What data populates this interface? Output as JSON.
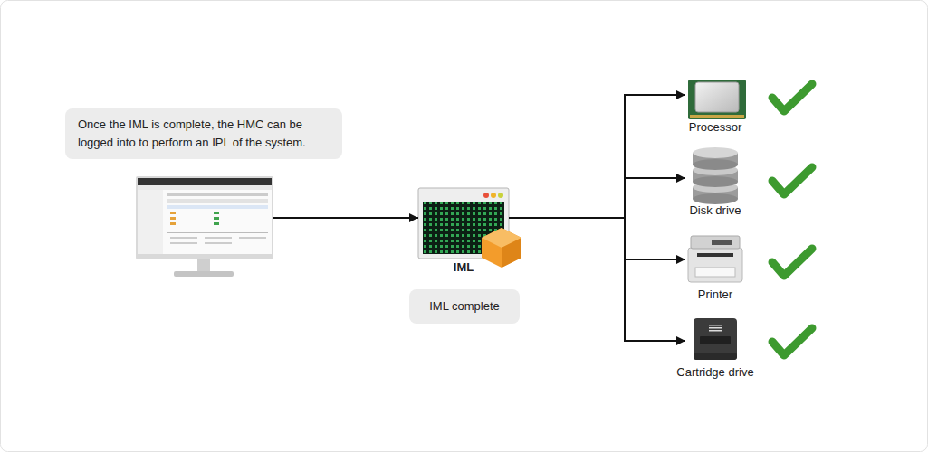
{
  "diagram": {
    "nodes": [
      {
        "text": [
          "Once the IML is complete, the HMC can be logged into to perform an IPL of the system."
        ]
      },
      {
        "text": [
          "IML"
        ]
      },
      {
        "text": [
          "IML complete"
        ]
      },
      {
        "text": [
          "Processor"
        ]
      },
      {
        "text": [
          "Disk drive"
        ]
      },
      {
        "text": [
          "Printer"
        ]
      },
      {
        "text": [
          "Cartridge drive"
        ]
      }
    ],
    "edges": [
      {
        "from": 0,
        "to": 1,
        "arrow": "to"
      },
      {
        "from": 1,
        "to": 3,
        "arrow": "to"
      },
      {
        "from": 1,
        "to": 4,
        "arrow": "to"
      },
      {
        "from": 1,
        "to": 5,
        "arrow": "to"
      },
      {
        "from": 1,
        "to": 6,
        "arrow": "to"
      }
    ]
  }
}
